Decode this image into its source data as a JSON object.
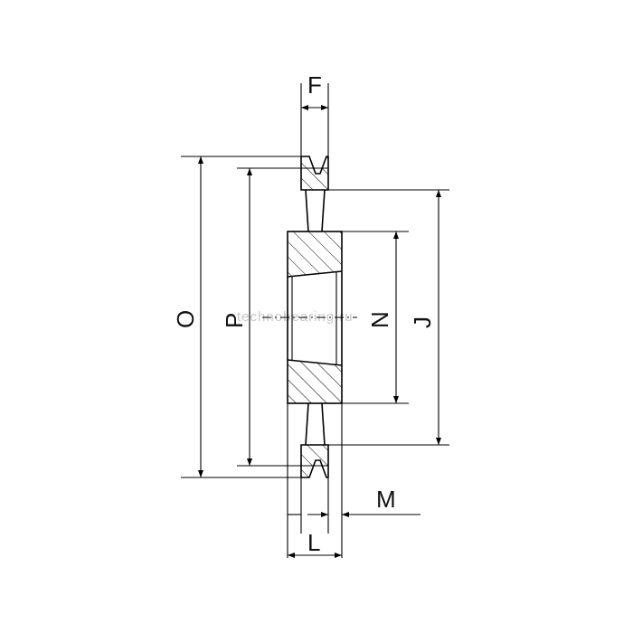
{
  "labels": {
    "F": "F",
    "O": "O",
    "P": "P",
    "N": "N",
    "J": "J",
    "M": "M",
    "L": "L"
  },
  "watermark": "technobearing.ru",
  "colors": {
    "line": "#000000",
    "background": "#ffffff",
    "watermark": "#c8c8c8"
  }
}
